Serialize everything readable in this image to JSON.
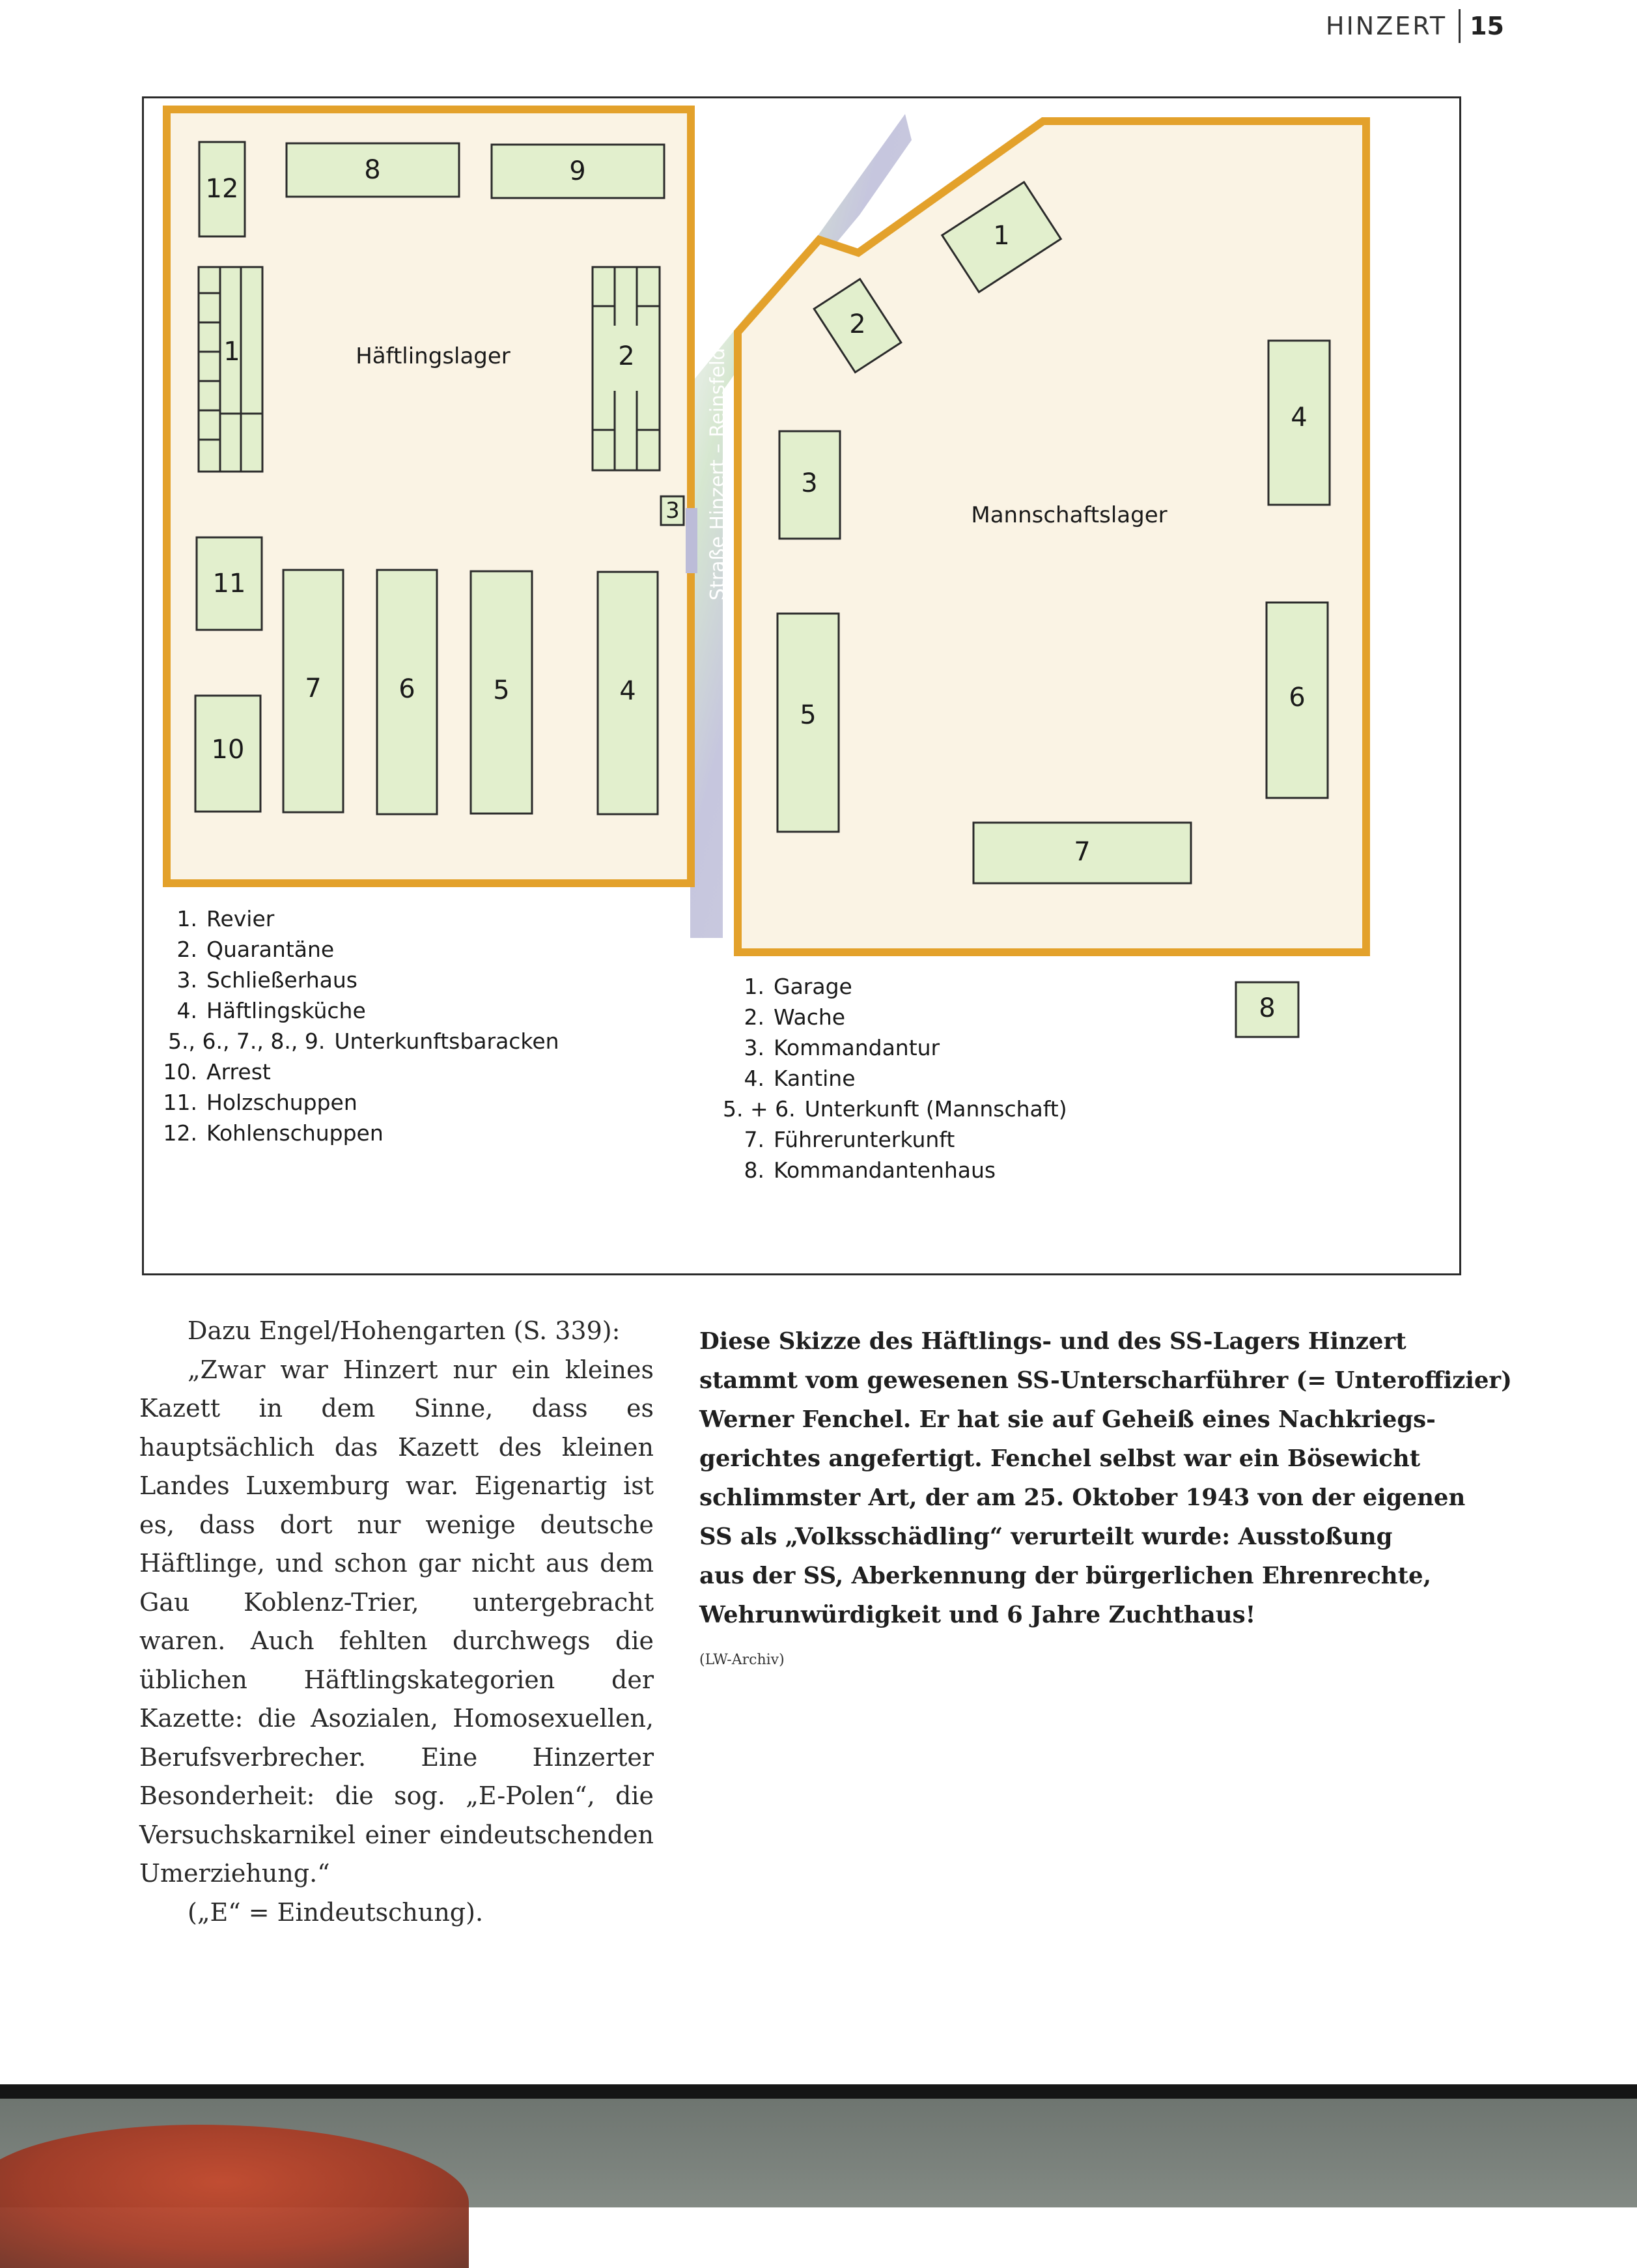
{
  "header": {
    "section": "HINZERT",
    "page_number": "15"
  },
  "map": {
    "prisoner_camp": {
      "name": "Häftlingslager",
      "buildings": [
        "12",
        "8",
        "9",
        "1",
        "2",
        "3",
        "11",
        "7",
        "6",
        "5",
        "4",
        "10"
      ]
    },
    "ss_camp": {
      "name": "Mannschaftslager",
      "buildings": [
        "1",
        "2",
        "3",
        "4",
        "5",
        "6",
        "7",
        "8"
      ]
    },
    "road_label": "Straße Hinzert – Reinsfeld",
    "colors": {
      "border": "#e3a12b",
      "area": "#faf3e4",
      "building": "#e2efcd",
      "road": "#bcbcd8"
    }
  },
  "legend_left": [
    {
      "num": "1.",
      "label": "Revier"
    },
    {
      "num": "2.",
      "label": "Quarantäne"
    },
    {
      "num": "3.",
      "label": "Schließerhaus"
    },
    {
      "num": "4.",
      "label": "Häftlingsküche"
    },
    {
      "num": "5., 6., 7., 8., 9.",
      "label": "Unterkunftsbaracken"
    },
    {
      "num": "10.",
      "label": "Arrest"
    },
    {
      "num": "11.",
      "label": "Holzschuppen"
    },
    {
      "num": "12.",
      "label": "Kohlenschuppen"
    }
  ],
  "legend_right": [
    {
      "num": "1.",
      "label": "Garage"
    },
    {
      "num": "2.",
      "label": "Wache"
    },
    {
      "num": "3.",
      "label": "Kommandantur"
    },
    {
      "num": "4.",
      "label": "Kantine"
    },
    {
      "num": "5. + 6.",
      "label": "Unterkunft (Mannschaft)"
    },
    {
      "num": "7.",
      "label": "Führerunterkunft"
    },
    {
      "num": "8.",
      "label": "Kommandantenhaus"
    }
  ],
  "left_text": {
    "intro": "Dazu Engel/Hohengarten (S. 339):",
    "quote": "„Zwar war Hinzert nur ein kleines Kazett in dem Sinne, dass es hauptsächlich das Kazett des kleinen Landes Luxemburg war. Eigenartig ist es, dass dort nur wenige deutsche Häftlinge, und schon gar nicht aus dem Gau Koblenz-Trier, untergebracht waren. Auch fehlten durchwegs die üblichen Häftlingskategorien der Kazette: die Asozialen, Homosexuellen, Berufsverbrecher. Eine Hinzerter Besonderheit: die sog. „E-Polen“, die Versuchskarnikel einer eindeutschenden Umerziehung.“",
    "tail": "(„E“ = Eindeutschung)."
  },
  "caption": {
    "lines": [
      "Diese Skizze des Häftlings- und des SS-Lagers Hinzert",
      "stammt vom gewesenen SS-Unterscharführer (= Unteroffizier)",
      "Werner Fenchel. Er hat sie auf Geheiß eines Nachkriegs-",
      "gerichtes angefertigt. Fenchel selbst war ein Bösewicht",
      "schlimmster Art, der am 25. Oktober 1943 von der eigenen",
      "SS als „Volksschädling“ verurteilt wurde: Ausstoßung",
      "aus der SS, Aberkennung der bürgerlichen Ehrenrechte,",
      "Wehrunwürdigkeit und 6 Jahre Zuchthaus!"
    ],
    "source": "(LW-Archiv)"
  }
}
